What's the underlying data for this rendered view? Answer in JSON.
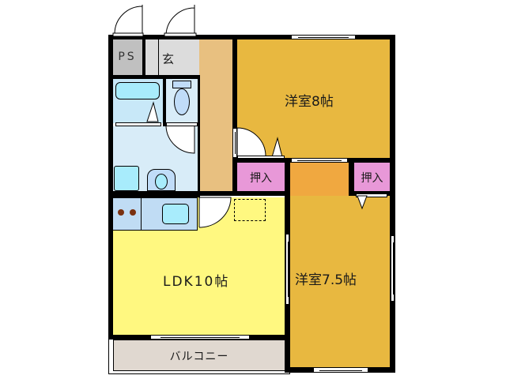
{
  "floor_plan": {
    "rooms": {
      "ps": {
        "label": "PS",
        "color": "#c0c0c0"
      },
      "entrance": {
        "label": "玄",
        "color": "#dcdcdc"
      },
      "corridor": {
        "label": "",
        "color": "#e8c080"
      },
      "bath": {
        "label": "",
        "color": "#c8e8f8"
      },
      "toilet": {
        "label": "",
        "color": "#d8ecf8"
      },
      "washroom": {
        "label": "",
        "color": "#d8ecf8"
      },
      "kitchen": {
        "label": "",
        "color": "#c0dcf4"
      },
      "western_8": {
        "label": "洋室8帖",
        "color": "#e8b840"
      },
      "closet_1": {
        "label": "押入",
        "color": "#e898d8"
      },
      "closet_2": {
        "label": "押入",
        "color": "#e898d8"
      },
      "ldk": {
        "label": "LDK10帖",
        "color": "#fff880"
      },
      "western_7_5": {
        "label": "洋室7.5帖",
        "color": "#e8b840"
      },
      "storage_hall": {
        "label": "",
        "color": "#f0a840"
      },
      "balcony": {
        "label": "バルコニー",
        "color": "#e0d8d0"
      }
    },
    "wall_color": "#000000"
  }
}
